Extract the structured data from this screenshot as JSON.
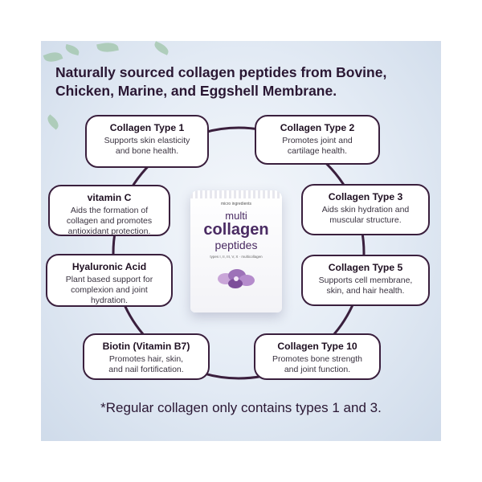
{
  "headline": "Naturally sourced collagen peptides from Bovine, Chicken, Marine, and Eggshell Membrane.",
  "footnote": "*Regular collagen only contains types 1 and 3.",
  "product": {
    "brand": "micro ingredients",
    "line1": "multi",
    "line2": "collagen",
    "line3": "peptides",
    "types": "types I, II, III, V, X · multicollagen"
  },
  "cards": {
    "type1": {
      "title": "Collagen Type 1",
      "desc": "Supports skin elasticity and bone health."
    },
    "type2": {
      "title": "Collagen Type 2",
      "desc": "Promotes joint and cartilage health."
    },
    "vitc": {
      "title": "vitamin C",
      "desc": "Aids the formation of collagen and promotes antioxidant protection."
    },
    "type3": {
      "title": "Collagen Type 3",
      "desc": "Aids skin hydration and muscular structure."
    },
    "hyaluronic": {
      "title": "Hyaluronic Acid",
      "desc": "Plant based support for complexion and joint hydration."
    },
    "type5": {
      "title": "Collagen Type 5",
      "desc": "Supports cell membrane, skin, and hair health."
    },
    "biotin": {
      "title": "Biotin (Vitamin B7)",
      "desc": "Promotes hair, skin, and nail fortification."
    },
    "type10": {
      "title": "Collagen Type 10",
      "desc": "Promotes bone strength and joint function."
    }
  },
  "colors": {
    "accent": "#3a1f3d",
    "text": "#2a1733"
  }
}
